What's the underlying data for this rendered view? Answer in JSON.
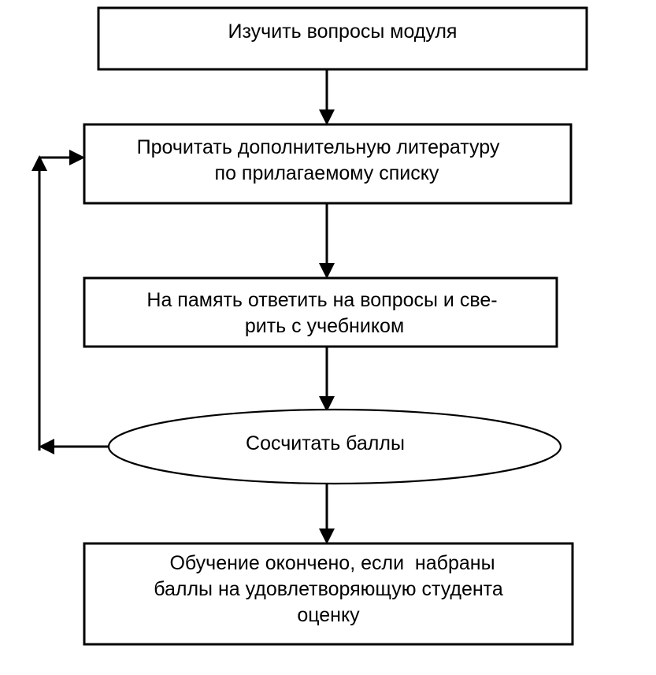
{
  "diagram": {
    "type": "flowchart",
    "language": "ru",
    "orientation": "top-to-bottom",
    "colors": {
      "background": "#ffffff",
      "stroke": "#000000",
      "text": "#000000",
      "node_fill": "#ffffff"
    },
    "nodes": [
      {
        "id": "study-questions",
        "shape": "rectangle",
        "lines": [
          "Изучить вопросы модуля"
        ]
      },
      {
        "id": "read-literature",
        "shape": "rectangle",
        "lines": [
          "Прочитать дополнительную литературу",
          "по прилагаемому списку"
        ]
      },
      {
        "id": "answer-from-memory",
        "shape": "rectangle",
        "lines": [
          "На память ответить на вопросы и све-",
          "рить с учебником"
        ]
      },
      {
        "id": "count-points",
        "shape": "ellipse",
        "lines": [
          "Сосчитать баллы"
        ]
      },
      {
        "id": "training-complete",
        "shape": "rectangle",
        "lines": [
          "Обучение окончено, если  набраны",
          "баллы на удовлетворяющую студента",
          "оценку"
        ]
      }
    ],
    "connectors": [
      {
        "id": "study-to-read",
        "from": "study-questions",
        "to": "read-literature",
        "direction": "down"
      },
      {
        "id": "read-to-answer",
        "from": "read-literature",
        "to": "answer-from-memory",
        "direction": "down"
      },
      {
        "id": "answer-to-count",
        "from": "answer-from-memory",
        "to": "count-points",
        "direction": "down"
      },
      {
        "id": "count-to-complete",
        "from": "count-points",
        "to": "training-complete",
        "direction": "down"
      },
      {
        "id": "count-back-to-read",
        "from": "count-points",
        "to": "read-literature",
        "direction": "feedback-left-loop"
      }
    ]
  }
}
